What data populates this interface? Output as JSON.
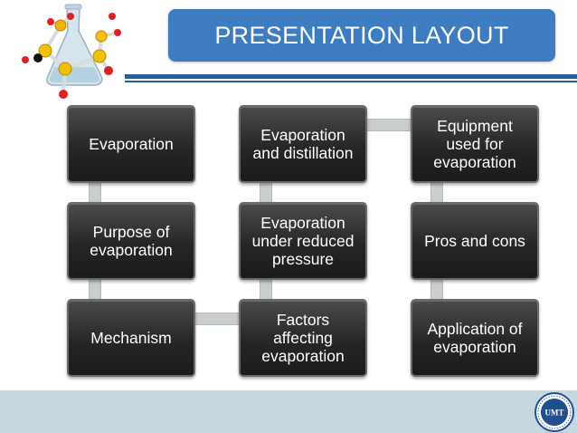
{
  "slide": {
    "title": "PRESENTATION LAYOUT",
    "badge_text": "UMT"
  },
  "boxes": [
    {
      "id": "evaporation",
      "label": "Evaporation"
    },
    {
      "id": "purpose",
      "label": "Purpose of evaporation"
    },
    {
      "id": "mechanism",
      "label": "Mechanism"
    },
    {
      "id": "evap-distillation",
      "label": "Evaporation and distillation"
    },
    {
      "id": "reduced-pressure",
      "label": "Evaporation under reduced pressure"
    },
    {
      "id": "factors",
      "label": "Factors affecting evaporation"
    },
    {
      "id": "equipment",
      "label": "Equipment used for evaporation"
    },
    {
      "id": "pros-cons",
      "label": "Pros and cons"
    },
    {
      "id": "application",
      "label": "Application of evaporation"
    }
  ],
  "colors": {
    "title_bg": "#3d7cc0",
    "rule": "#2a5f93",
    "box_bg": "#262626",
    "connector": "#c9cdcd",
    "footer": "#c6d8df"
  },
  "icons": {
    "header_illustration": "molecule-flask-icon",
    "footer_logo": "umt-seal-icon"
  }
}
